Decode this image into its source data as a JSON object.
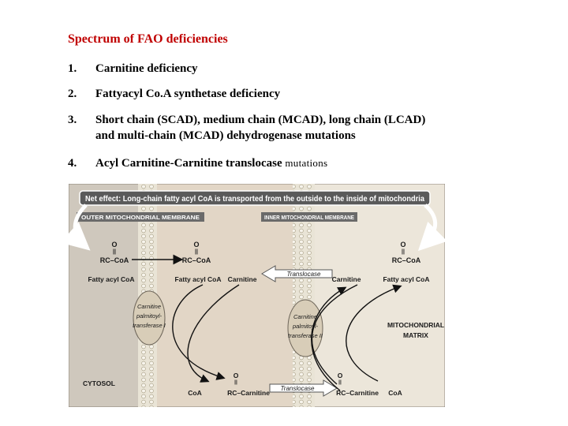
{
  "title": "Spectrum of FAO deficiencies",
  "items": [
    {
      "num": "1.",
      "text": "Carnitine deficiency"
    },
    {
      "num": "2.",
      "text": "Fattyacyl Co.A synthetase deficiency"
    },
    {
      "num": "3.",
      "text": "Short chain (SCAD), medium chain (MCAD), long chain (LCAD)",
      "text2": "and multi-chain (MCAD) dehydrogenase mutations"
    },
    {
      "num": "4.",
      "text": "Acyl Carnitine-Carnitine translocase",
      "suffix": "mutations"
    }
  ],
  "figure": {
    "net_effect": "Net effect: Long-chain fatty acyl CoA is transported from the outside to the inside of mitochondria",
    "outer_membrane": "OUTER MITOCHONDRIAL MEMBRANE",
    "inner_membrane": "INNER MITOCHONDRIAL MEMBRANE",
    "o": "O",
    "rc_coa": "RC–CoA",
    "fatty_acyl_coa": "Fatty acyl CoA",
    "carnitine": "Carnitine",
    "translocase": "Translocase",
    "cpt1": [
      "Carnitine",
      "palmitoyl-",
      "transferase I"
    ],
    "cpt2": [
      "Carnitine",
      "palmitoyl-",
      "transferase II"
    ],
    "matrix": [
      "MITOCHONDRIAL",
      "MATRIX"
    ],
    "cytosol": "CYTOSOL",
    "coa": "CoA",
    "rc_carnitine": "RC–Carnitine"
  }
}
